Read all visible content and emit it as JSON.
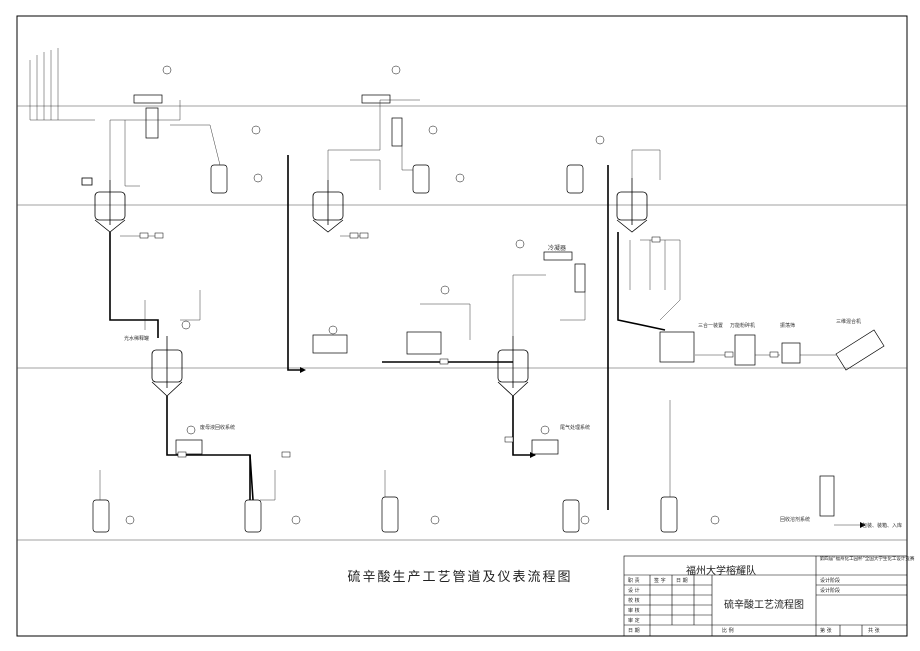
{
  "drawing": {
    "main_title": "硫辛酸生产工艺管道及仪表流程图",
    "title_block": {
      "school": "福州大学榕耀队",
      "drawing_name": "硫辛酸工艺流程图",
      "competition": "第四届“福州化工园杯”全国大学生化工设计竞赛",
      "stage_1": "设计阶段",
      "stage_2": "设计阶段",
      "rows_left": [
        "职  责",
        "设  计",
        "校  核",
        "审  核",
        "审  定",
        "日  期"
      ],
      "col_sign": "签  字",
      "col_date": "日  期",
      "ratio": "比 例",
      "sheet": "第   张",
      "total": "共   张"
    },
    "equipment_labels": {
      "condenser": "冷凝器",
      "mixer": "三维混合机",
      "crusher": "万能粉碎机",
      "sieve": "振荡筛",
      "dryer": "三合一装置",
      "packing": "包装、装箱、入库",
      "tank_a": "光水稀释罐",
      "recycle": "回收溶剂系统",
      "mother_liquor": "废母液回收系统",
      "exhaust": "尾气处理系统"
    }
  }
}
